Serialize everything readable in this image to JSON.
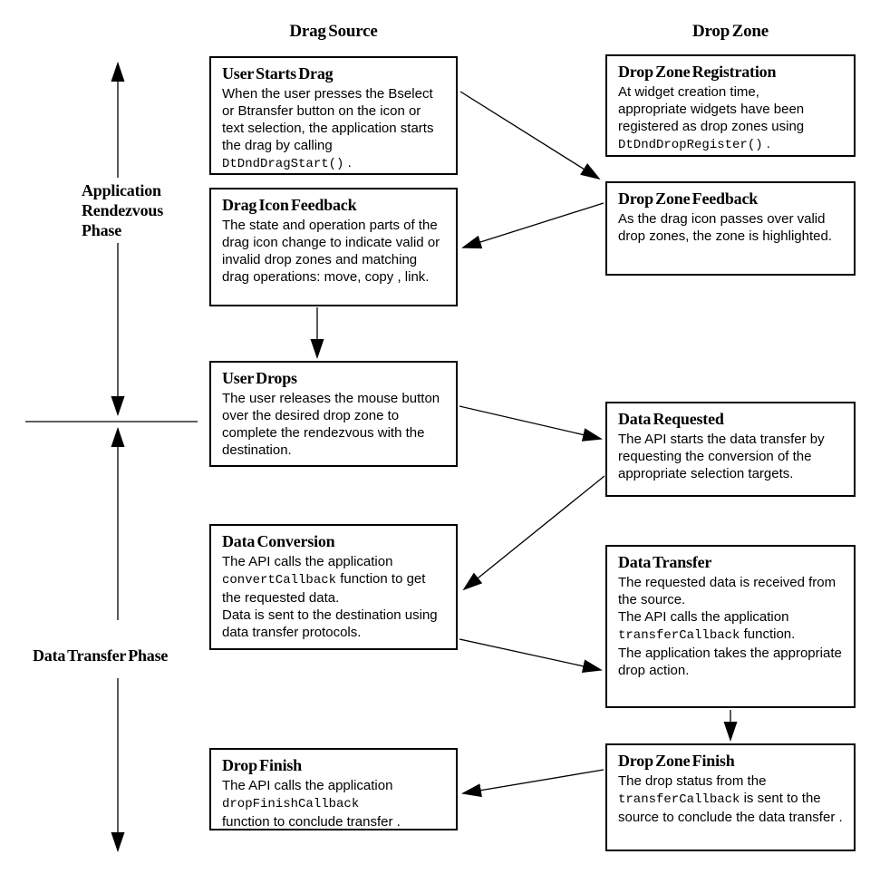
{
  "column_headers": {
    "drag_source": "Drag Source",
    "drop_zone": "Drop Zone"
  },
  "phase_labels": {
    "application_rendezvous": "Application\nRendezvous\nPhase",
    "data_transfer": "Data Transfer Phase"
  },
  "boxes": {
    "user_starts_drag": {
      "title": "User Starts Drag",
      "body": [
        {
          "t": "When the user presses the Bselect or Btransfer button on the icon or text selection, the application starts the drag by calling "
        },
        {
          "c": "DtDndDragStart()"
        },
        {
          "t": " ."
        }
      ]
    },
    "drop_zone_registration": {
      "title": "Drop Zone Registration",
      "body": [
        {
          "t": "At widget creation time,\nappropriate widgets have been registered as drop zones using "
        },
        {
          "c": "DtDndDropRegister()"
        },
        {
          "t": " ."
        }
      ]
    },
    "drag_icon_feedback": {
      "title": "Drag Icon Feedback",
      "body": [
        {
          "t": "The state and operation parts of the drag icon change to indicate valid or invalid drop zones and matching drag operations: move, copy , link."
        }
      ]
    },
    "drop_zone_feedback": {
      "title": "Drop Zone Feedback",
      "body": [
        {
          "t": "As the drag icon passes over valid drop zones, the zone is highlighted."
        }
      ]
    },
    "user_drops": {
      "title": "User Drops",
      "body": [
        {
          "t": "The user releases the mouse button over the desired drop zone to complete the rendezvous with the destination."
        }
      ]
    },
    "data_requested": {
      "title": "Data Requested",
      "body": [
        {
          "t": "The API starts the data transfer by requesting the conversion of the appropriate selection targets."
        }
      ]
    },
    "data_conversion": {
      "title": "Data Conversion",
      "body": [
        {
          "t": "The API calls the application "
        },
        {
          "c": "convertCallback"
        },
        {
          "t": " function to get the requested data.\nData is sent to the destination using data transfer protocols."
        }
      ]
    },
    "data_transfer": {
      "title": "Data Transfer",
      "body": [
        {
          "t": "The requested data is received from the source.\nThe API calls the application "
        },
        {
          "c": "transferCallback"
        },
        {
          "t": " function.\nThe application takes the appropriate drop action."
        }
      ]
    },
    "drop_finish": {
      "title": "Drop Finish",
      "body": [
        {
          "t": "The API calls the application "
        },
        {
          "c": "dropFinishCallback"
        },
        {
          "t": "\nfunction to conclude transfer ."
        }
      ]
    },
    "drop_zone_finish": {
      "title": "Drop Zone Finish",
      "body": [
        {
          "t": "The drop status from the "
        },
        {
          "c": "transferCallback"
        },
        {
          "t": " is sent to the source to conclude the data transfer ."
        }
      ]
    }
  },
  "connections": [
    {
      "from": "User Starts Drag",
      "to": "Drop Zone Feedback"
    },
    {
      "from": "Drop Zone Feedback",
      "to": "Drag Icon Feedback"
    },
    {
      "from": "Drag Icon Feedback",
      "to": "User Drops"
    },
    {
      "from": "User Drops",
      "to": "Data Requested"
    },
    {
      "from": "Data Requested",
      "to": "Data Conversion"
    },
    {
      "from": "Data Conversion",
      "to": "Data Transfer"
    },
    {
      "from": "Data Transfer",
      "to": "Drop Zone Finish"
    },
    {
      "from": "Drop Zone Finish",
      "to": "Drop Finish"
    }
  ],
  "colors": {
    "background": "#ffffff",
    "line": "#000000",
    "text": "#000000"
  }
}
